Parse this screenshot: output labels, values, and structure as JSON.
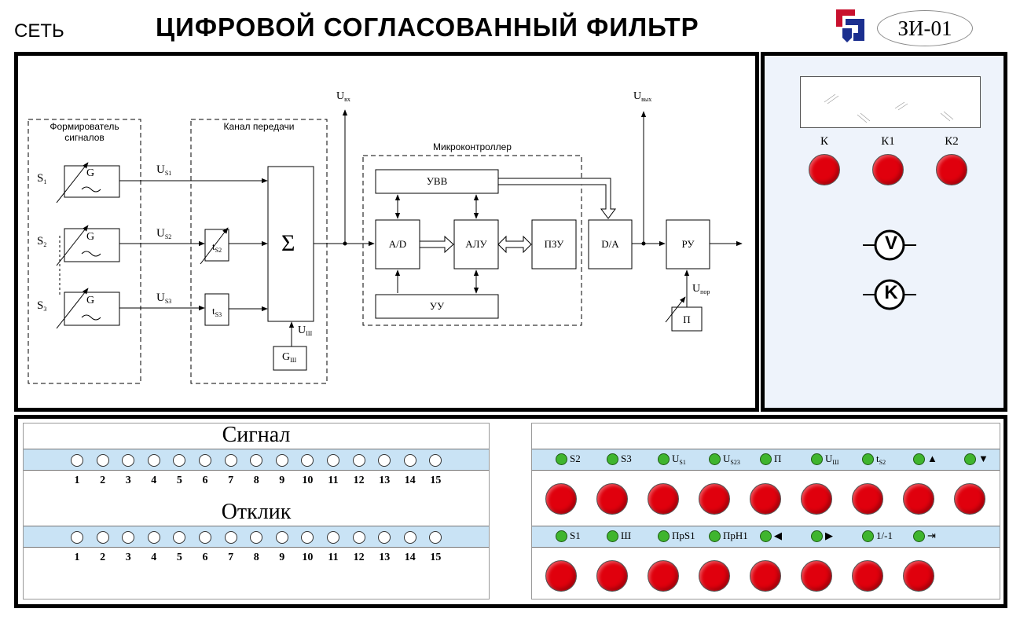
{
  "header": {
    "top_label": "СЕТЬ",
    "title": "ЦИФРОВОЙ СОГЛАСОВАННЫЙ ФИЛЬТР",
    "model": "ЗИ-01"
  },
  "diagram": {
    "group_former": "Формирователь сигналов",
    "group_former_line1": "Формирователь",
    "group_former_line2": "сигналов",
    "group_channel": "Канал передачи",
    "group_mcu": "Микроконтроллер",
    "gen_label": "G",
    "noise_gen_label": "G",
    "noise_gen_sub": "Ш",
    "sources": [
      {
        "name": "S",
        "sub": "1"
      },
      {
        "name": "S",
        "sub": "2"
      },
      {
        "name": "S",
        "sub": "3"
      }
    ],
    "signals": [
      {
        "name": "U",
        "sub": "S1"
      },
      {
        "name": "U",
        "sub": "S2"
      },
      {
        "name": "U",
        "sub": "S3"
      }
    ],
    "delays": [
      {
        "name": "t",
        "sub": "S2"
      },
      {
        "name": "t",
        "sub": "S3"
      }
    ],
    "sum_symbol": "Σ",
    "noise_signal": {
      "name": "U",
      "sub": "Ш"
    },
    "u_in": {
      "name": "U",
      "sub": "вх"
    },
    "u_out": {
      "name": "U",
      "sub": "вых"
    },
    "u_thr": {
      "name": "U",
      "sub": "пор"
    },
    "blocks": {
      "uvv": "УВВ",
      "ad": "A/D",
      "alu": "АЛУ",
      "pzu": "ПЗУ",
      "uu": "УУ",
      "da": "D/A",
      "ru": "РУ",
      "p": "П"
    }
  },
  "control": {
    "display_value": "",
    "buttons": [
      "К",
      "К1",
      "К2"
    ],
    "meters": [
      {
        "icon": "voltmeter-icon",
        "symbol": "V"
      },
      {
        "icon": "k-meter-icon",
        "symbol": "K"
      }
    ]
  },
  "signal_panel": {
    "signal_title": "Сигнал",
    "response_title": "Отклик",
    "numbers": [
      "1",
      "2",
      "3",
      "4",
      "5",
      "6",
      "7",
      "8",
      "9",
      "10",
      "11",
      "12",
      "13",
      "14",
      "15"
    ]
  },
  "keys_panel": {
    "row1": [
      {
        "text": "S2",
        "sub": ""
      },
      {
        "text": "S3",
        "sub": ""
      },
      {
        "text": "U",
        "sub": "S1"
      },
      {
        "text": "U",
        "sub": "S23"
      },
      {
        "text": "П",
        "sub": ""
      },
      {
        "text": "U",
        "sub": "Ш"
      },
      {
        "text": "t",
        "sub": "S2"
      },
      {
        "text": "▲",
        "sub": ""
      },
      {
        "text": "▼",
        "sub": ""
      }
    ],
    "row2": [
      {
        "text": "S1",
        "sub": ""
      },
      {
        "text": "Ш",
        "sub": ""
      },
      {
        "text": "ПрS1",
        "sub": ""
      },
      {
        "text": "ПрН1",
        "sub": ""
      },
      {
        "text": "◀",
        "sub": ""
      },
      {
        "text": "▶",
        "sub": ""
      },
      {
        "text": "1/-1",
        "sub": ""
      },
      {
        "text": "⇥",
        "sub": ""
      }
    ],
    "row1_buttons": 9,
    "row2_buttons": 8
  },
  "colors": {
    "button_red": "#e0000d",
    "led_green": "#3fb52e",
    "strip_blue": "#c9e3f5",
    "panel_bg": "#eef3fb",
    "logo_blue": "#1b2f8f",
    "logo_red": "#c8102e"
  }
}
